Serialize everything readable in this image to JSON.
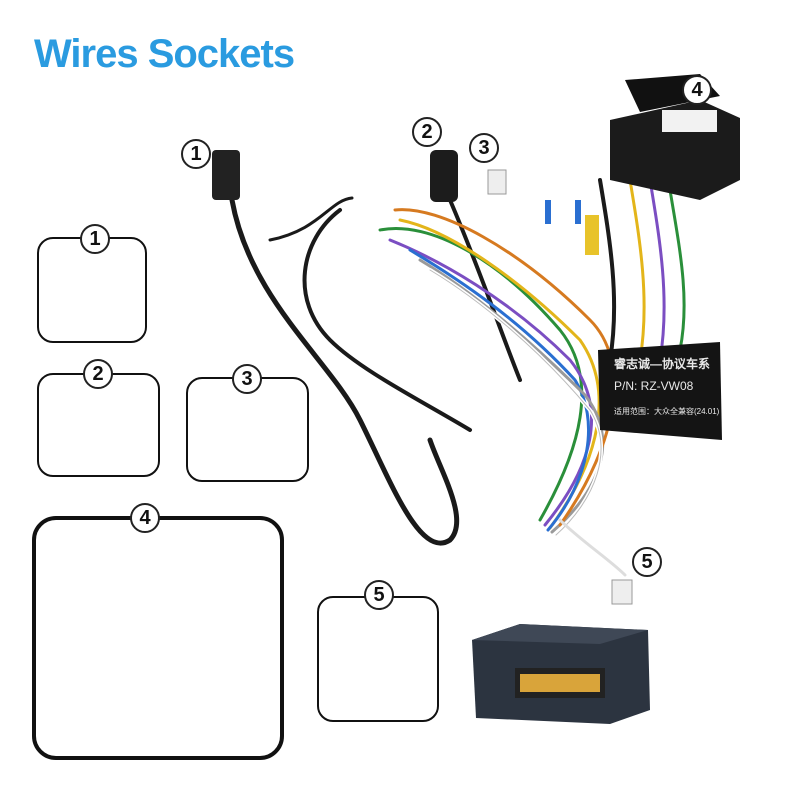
{
  "title": "Wires Sockets",
  "colors": {
    "title": "#2a9be0"
  },
  "callouts": [
    "1",
    "2",
    "3",
    "4",
    "5"
  ],
  "module_label": {
    "line1": "睿志诚—协议车系",
    "line2": "P/N: RZ-VW08",
    "line3": "适用范围：大众全兼容(24.01)"
  }
}
